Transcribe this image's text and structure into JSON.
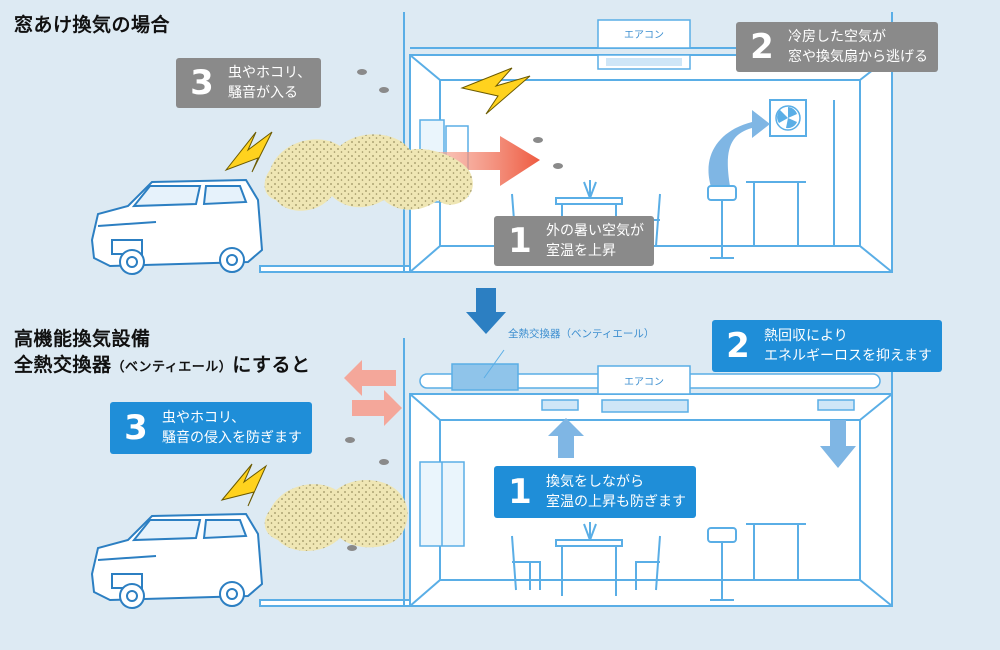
{
  "top": {
    "heading": "窓あけ換気の場合",
    "ac_label": "エアコン",
    "badges": [
      {
        "num": "3",
        "line1": "虫やホコリ、",
        "line2": "騒音が入る"
      },
      {
        "num": "2",
        "line1": "冷房した空気が",
        "line2": "窓や換気扇から逃げる"
      },
      {
        "num": "1",
        "line1": "外の暑い空気が",
        "line2": "室温を上昇"
      }
    ]
  },
  "bottom": {
    "heading_line1": "高機能換気設備",
    "heading_line2_a": "全熱交換器",
    "heading_line2_b": "（ベンティエール）",
    "heading_line2_c": "にすると",
    "unit_label": "全熱交換器（ベンティエール）",
    "ac_label": "エアコン",
    "badges": [
      {
        "num": "2",
        "line1": "熱回収により",
        "line2": "エネルギーロスを抑えます"
      },
      {
        "num": "3",
        "line1": "虫やホコリ、",
        "line2": "騒音の侵入を防ぎます"
      },
      {
        "num": "1",
        "line1": "換気をしながら",
        "line2": "室温の上昇も防ぎます"
      }
    ]
  },
  "colors": {
    "background": "#ddeaf3",
    "line_blue": "#5aaee6",
    "badge_gray": "#8a8a8a",
    "badge_blue": "#1f8ed8",
    "hot_arrow": "#ee5a40",
    "cool_arrow": "#7fb6e4",
    "smog": "#efe6b4",
    "bolt": "#ffd21e"
  }
}
